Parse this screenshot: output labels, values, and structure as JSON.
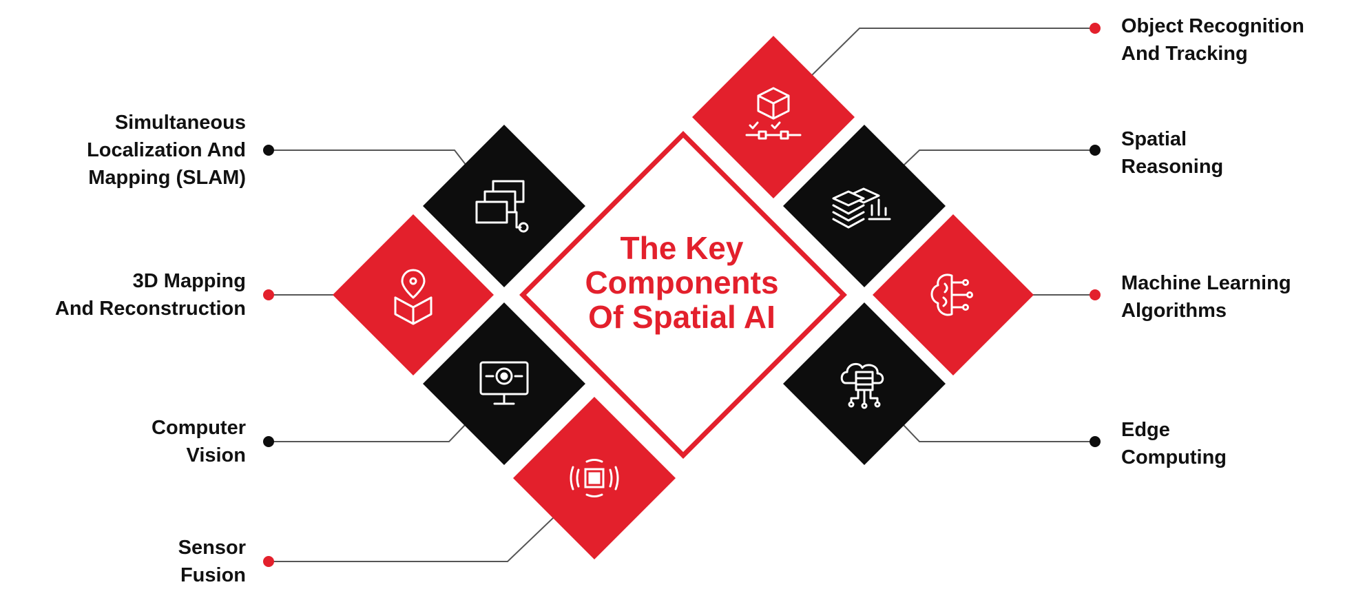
{
  "title": [
    "The Key",
    "Components",
    "Of Spatial AI"
  ],
  "colors": {
    "accent": "#e3202c",
    "dark": "#0d0d0d",
    "line": "#555555",
    "text": "#111111"
  },
  "components": [
    {
      "id": "slam",
      "lines": [
        "Simultaneous",
        "Localization And",
        "Mapping (SLAM)"
      ],
      "icon": "layered-maps-gear-icon",
      "tile": "dark",
      "dot": "dark"
    },
    {
      "id": "mapping3d",
      "lines": [
        "3D Mapping",
        "And Reconstruction"
      ],
      "icon": "map-pin-box-icon",
      "tile": "accent",
      "dot": "accent"
    },
    {
      "id": "vision",
      "lines": [
        "Computer",
        "Vision"
      ],
      "icon": "monitor-eye-icon",
      "tile": "dark",
      "dot": "dark"
    },
    {
      "id": "sensor",
      "lines": [
        "Sensor",
        "Fusion"
      ],
      "icon": "sensor-chip-icon",
      "tile": "accent",
      "dot": "accent"
    },
    {
      "id": "object",
      "lines": [
        "Object Recognition",
        "And Tracking"
      ],
      "icon": "box-tracking-icon",
      "tile": "accent",
      "dot": "accent"
    },
    {
      "id": "reasoning",
      "lines": [
        "Spatial",
        "Reasoning"
      ],
      "icon": "layers-chart-icon",
      "tile": "dark",
      "dot": "dark"
    },
    {
      "id": "ml",
      "lines": [
        "Machine Learning",
        "Algorithms"
      ],
      "icon": "brain-circuit-icon",
      "tile": "accent",
      "dot": "accent"
    },
    {
      "id": "edge",
      "lines": [
        "Edge",
        "Computing"
      ],
      "icon": "cloud-server-icon",
      "tile": "dark",
      "dot": "dark"
    }
  ]
}
